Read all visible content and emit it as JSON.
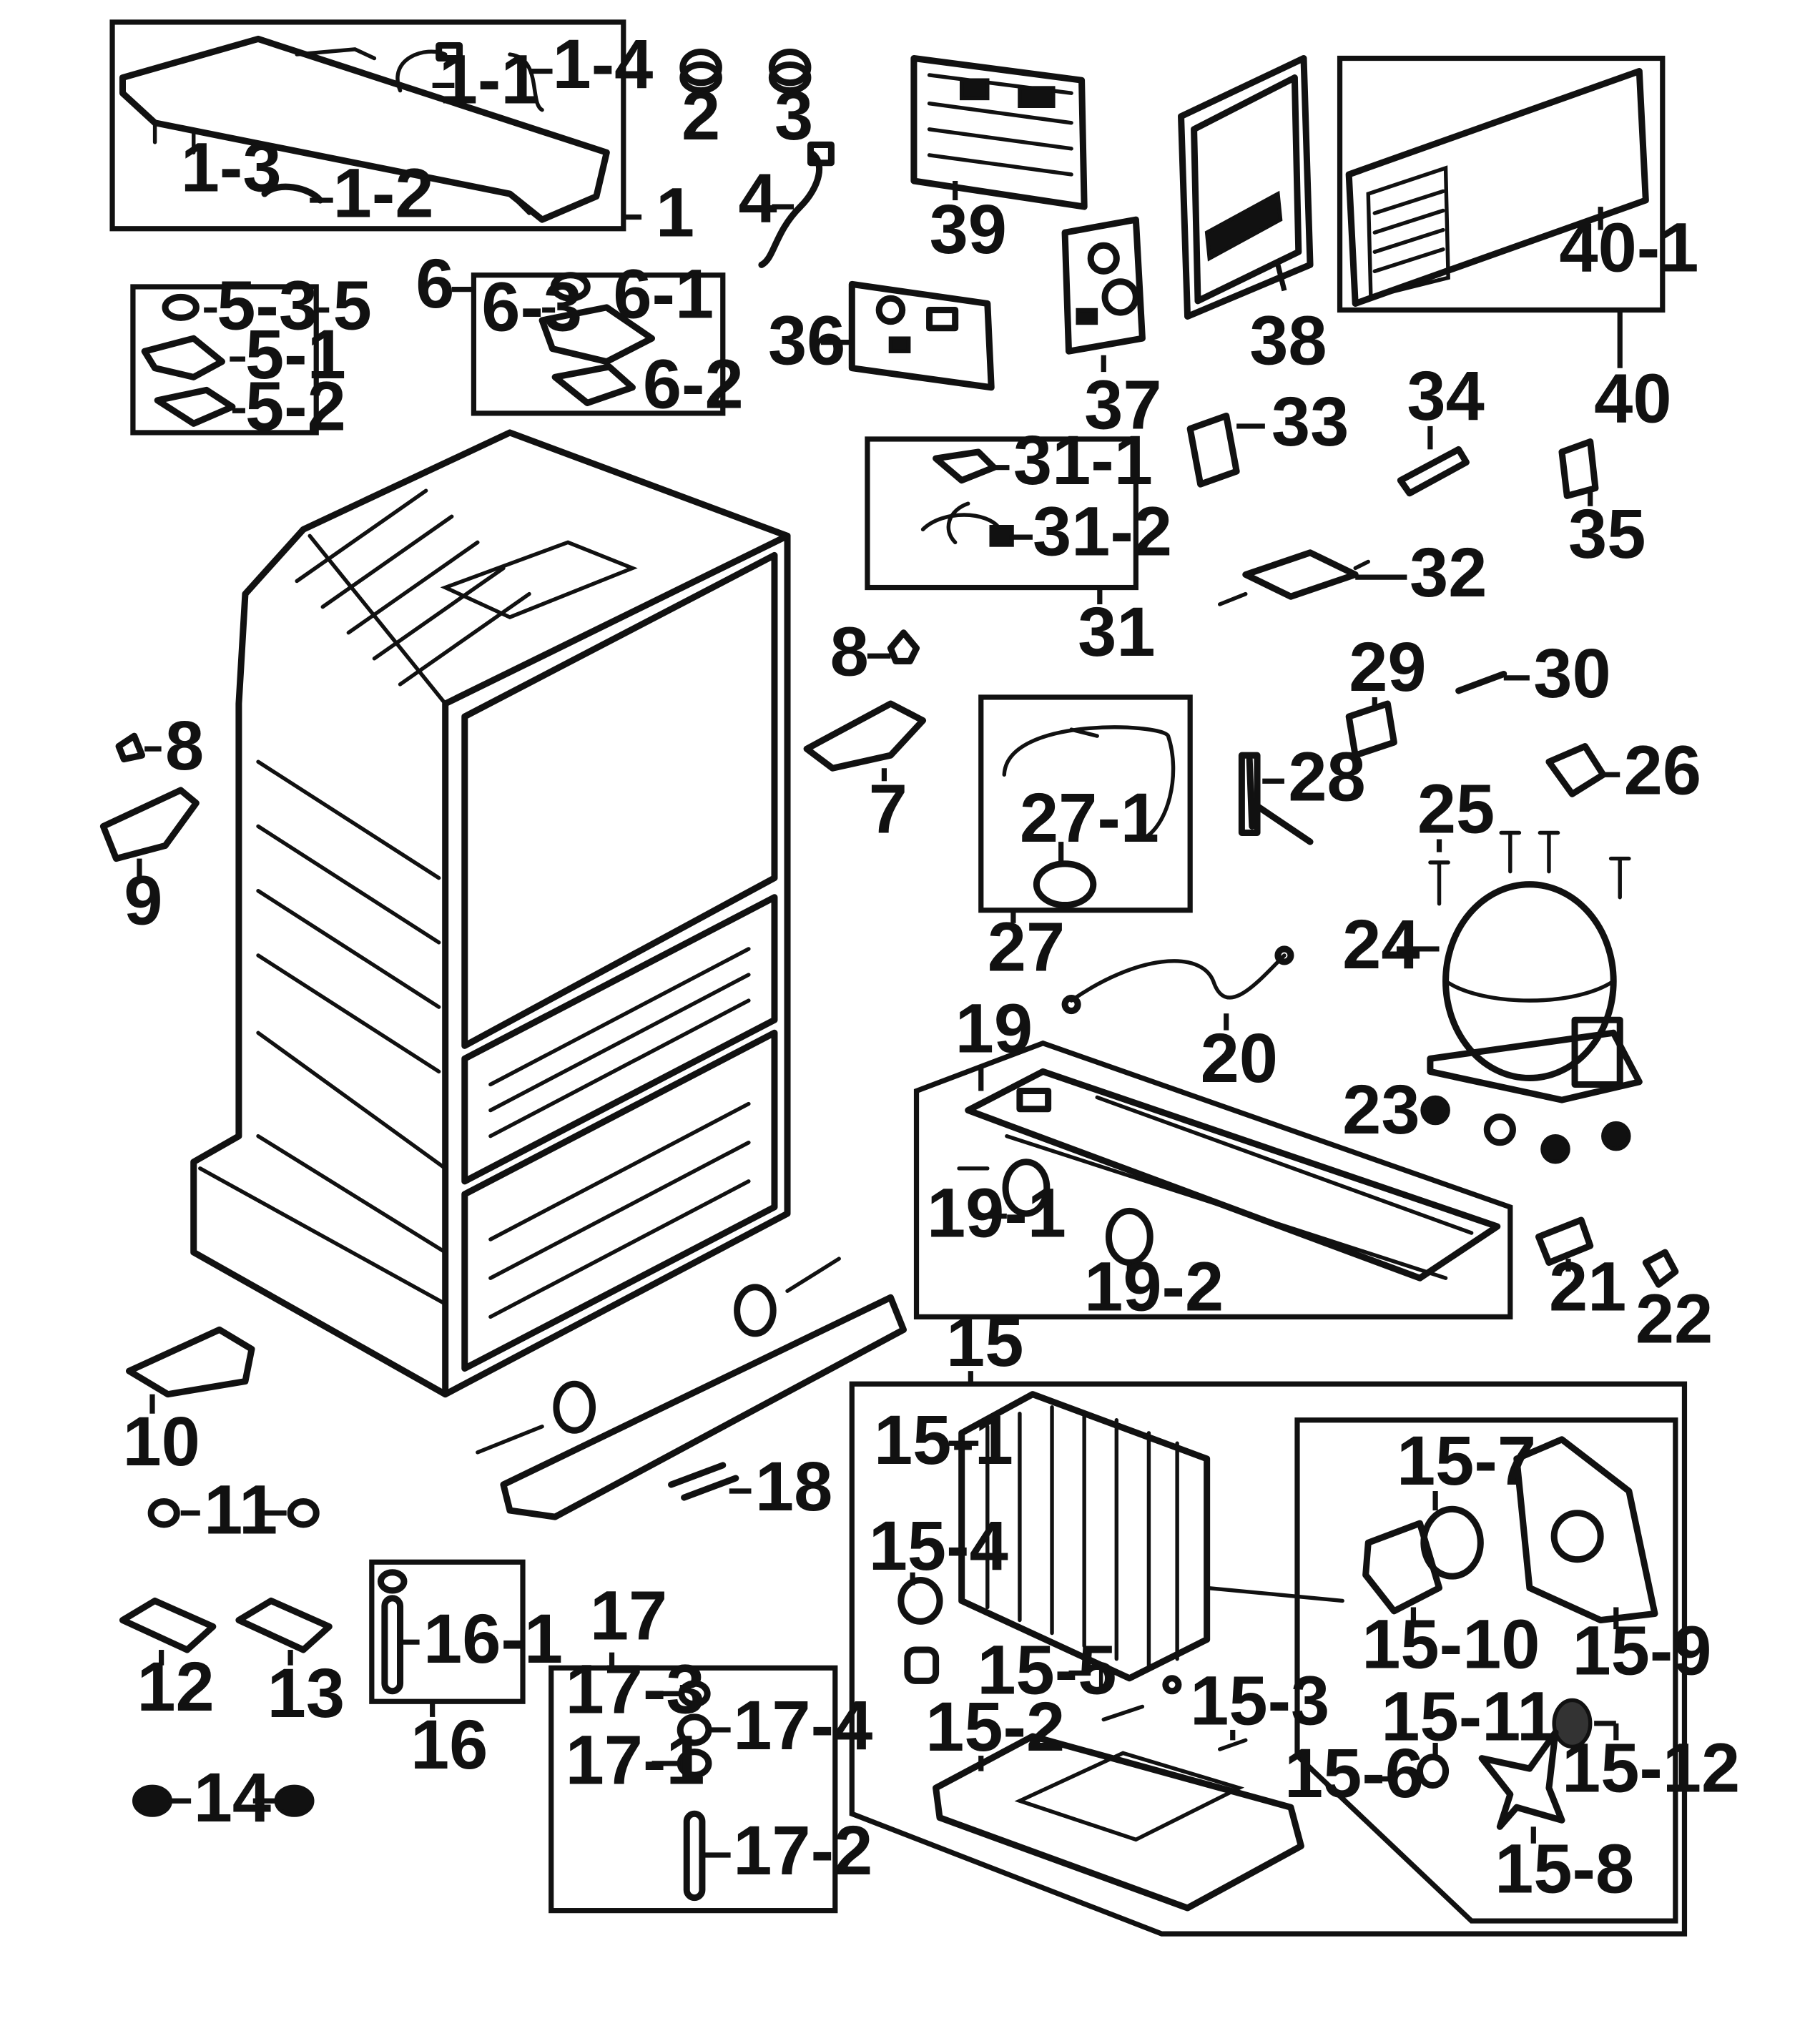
{
  "callouts": {
    "c1": "1",
    "c1_1": "1-1",
    "c1_2": "1-2",
    "c1_3": "1-3",
    "c1_4": "1-4",
    "c2": "2",
    "c3": "3",
    "c4": "4",
    "c5": "5",
    "c5_1": "5-1",
    "c5_2": "5-2",
    "c5_3": "5-3",
    "c6": "6",
    "c6_1": "6-1",
    "c6_2": "6-2",
    "c6_3": "6-3",
    "c7": "7",
    "c8a": "8",
    "c8b": "8",
    "c9": "9",
    "c10": "10",
    "c11": "11",
    "c12": "12",
    "c13": "13",
    "c14": "14",
    "c15": "15",
    "c15_1": "15-1",
    "c15_2": "15-2",
    "c15_3": "15-3",
    "c15_4": "15-4",
    "c15_5": "15-5",
    "c15_6": "15-6",
    "c15_7": "15-7",
    "c15_8": "15-8",
    "c15_9": "15-9",
    "c15_10": "15-10",
    "c15_11": "15-11",
    "c15_12": "15-12",
    "c16": "16",
    "c16_1": "16-1",
    "c17": "17",
    "c17_1": "17-1",
    "c17_2": "17-2",
    "c17_3": "17-3",
    "c17_4": "17-4",
    "c18": "18",
    "c19": "19",
    "c19_1": "19-1",
    "c19_2": "19-2",
    "c20": "20",
    "c21": "21",
    "c22": "22",
    "c23": "23",
    "c24": "24",
    "c25": "25",
    "c26": "26",
    "c27": "27",
    "c27_1": "27-1",
    "c28": "28",
    "c29": "29",
    "c30": "30",
    "c31": "31",
    "c31_1": "31-1",
    "c31_2": "31-2",
    "c32": "32",
    "c33": "33",
    "c34": "34",
    "c35": "35",
    "c36": "36",
    "c37": "37",
    "c38": "38",
    "c39": "39",
    "c40": "40",
    "c40_1": "40-1"
  }
}
